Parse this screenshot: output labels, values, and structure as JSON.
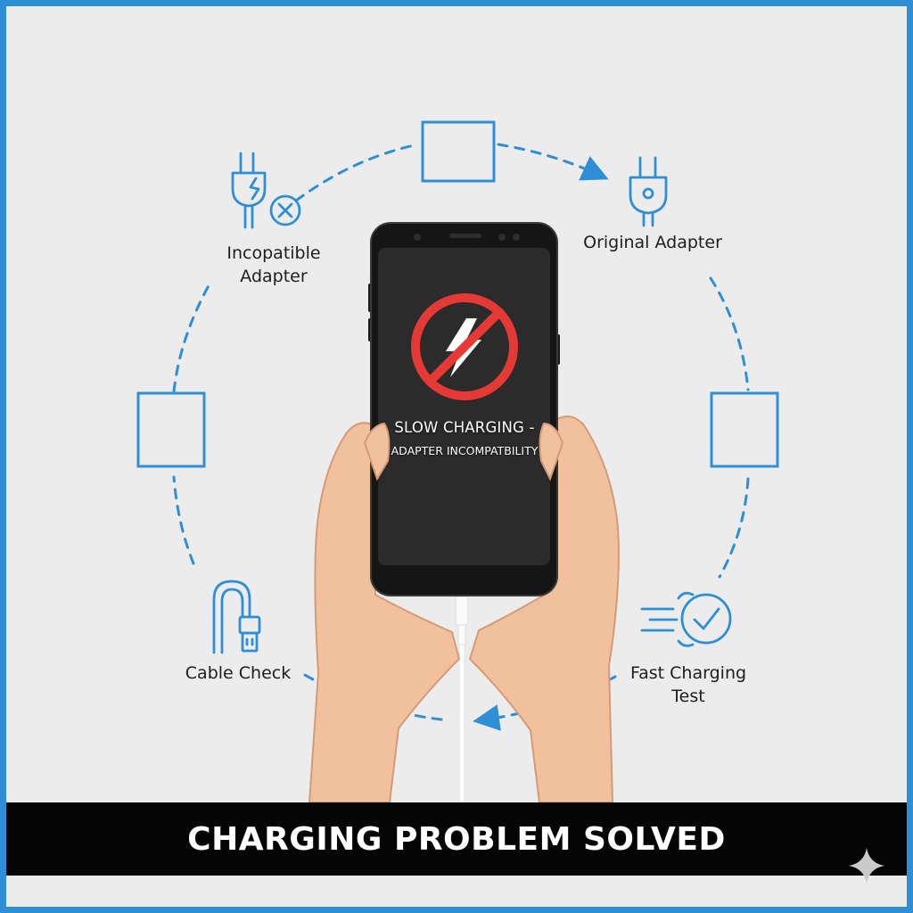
{
  "steps": {
    "incompatible_adapter": {
      "line1": "Incopatible",
      "line2": "Adapter"
    },
    "original_adapter": {
      "line1": "Original Adapter"
    },
    "cable_check": {
      "line1": "Cable Check"
    },
    "fast_charging_test": {
      "line1": "Fast Charging",
      "line2": "Test"
    }
  },
  "phone": {
    "screen_title": "SLOW CHARGING -",
    "screen_subtitle": "ADAPTER INCOMPATBILITY",
    "icon": "no-lightning-icon"
  },
  "banner": {
    "text": "CHARGING PROBLEM SOLVED"
  },
  "icons": {
    "incompatible_adapter": "broken-plug-x-icon",
    "original_adapter": "plug-icon",
    "cable_check": "usb-cable-icon",
    "fast_charging_test": "fast-check-icon",
    "watermark": "sparkle-icon"
  },
  "colors": {
    "accent": "#2f8fd6",
    "prohibited": "#e53935",
    "banner": "#050505",
    "background": "#ececec"
  }
}
